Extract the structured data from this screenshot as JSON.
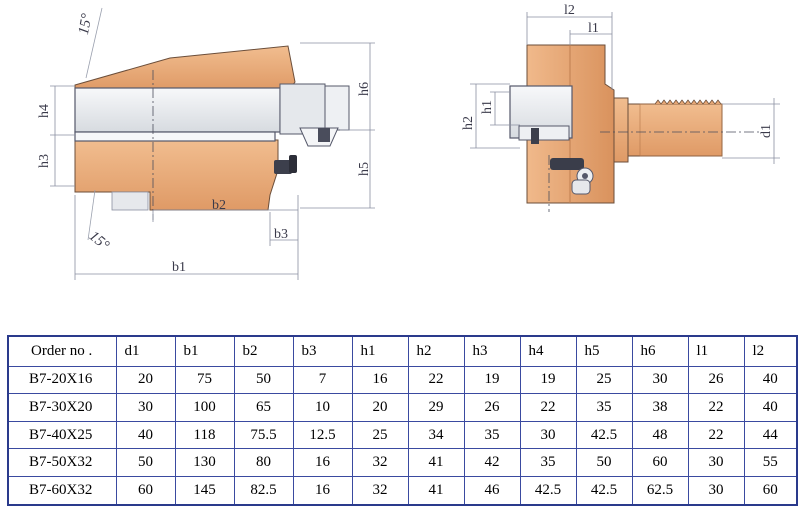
{
  "drawing": {
    "labels": {
      "angle_top": "15°",
      "angle_bottom": "15°",
      "h4": "h4",
      "h3": "h3",
      "h6": "h6",
      "h5": "h5",
      "b1": "b1",
      "b2": "b2",
      "b3": "b3",
      "l2": "l2",
      "l1": "l1",
      "h2": "h2",
      "h1": "h1",
      "d1": "d1"
    },
    "colors": {
      "body": "#e8a877",
      "body_dark": "#c98552",
      "steel": "#e9ecef",
      "line": "#55586a",
      "dim": "#8a8fa0"
    }
  },
  "table": {
    "headers": [
      "Order no .",
      "d1",
      "b1",
      "b2",
      "b3",
      "h1",
      "h2",
      "h3",
      "h4",
      "h5",
      "h6",
      "l1",
      "l2"
    ],
    "rows": [
      [
        "B7-20X16",
        "20",
        "75",
        "50",
        "7",
        "16",
        "22",
        "19",
        "19",
        "25",
        "30",
        "26",
        "40"
      ],
      [
        "B7-30X20",
        "30",
        "100",
        "65",
        "10",
        "20",
        "29",
        "26",
        "22",
        "35",
        "38",
        "22",
        "40"
      ],
      [
        "B7-40X25",
        "40",
        "118",
        "75.5",
        "12.5",
        "25",
        "34",
        "35",
        "30",
        "42.5",
        "48",
        "22",
        "44"
      ],
      [
        "B7-50X32",
        "50",
        "130",
        "80",
        "16",
        "32",
        "41",
        "42",
        "35",
        "50",
        "60",
        "30",
        "55"
      ],
      [
        "B7-60X32",
        "60",
        "145",
        "82.5",
        "16",
        "32",
        "41",
        "46",
        "42.5",
        "42.5",
        "62.5",
        "30",
        "60"
      ]
    ]
  }
}
